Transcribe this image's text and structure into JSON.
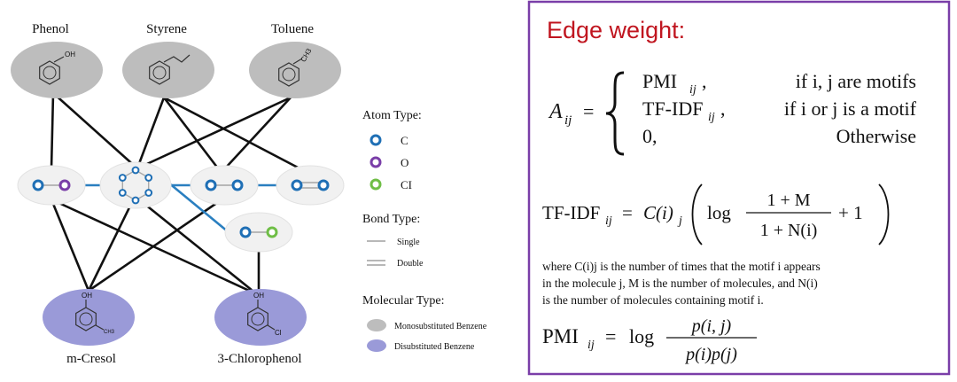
{
  "molecules": {
    "top": [
      {
        "name": "Phenol",
        "substituent": "OH"
      },
      {
        "name": "Styrene",
        "substituent": ""
      },
      {
        "name": "Toluene",
        "substituent": "CH3"
      }
    ],
    "bottom": [
      {
        "name": "m-Cresol",
        "sub_top": "OH",
        "sub_side": "CH3"
      },
      {
        "name": "3-Chlorophenol",
        "sub_top": "OH",
        "sub_side": "Cl"
      }
    ]
  },
  "legend": {
    "atom_type_title": "Atom Type:",
    "atoms": [
      {
        "label": "C",
        "color": "#1f6fb5"
      },
      {
        "label": "O",
        "color": "#7a3ea8"
      },
      {
        "label": "CI",
        "color": "#6fbe46"
      }
    ],
    "bond_type_title": "Bond Type:",
    "bonds": [
      {
        "label": "Single"
      },
      {
        "label": "Double"
      }
    ],
    "molecular_type_title": "Molecular Type:",
    "mol_types": [
      {
        "label": "Monosubstituted Benzene",
        "color": "#bdbdbd"
      },
      {
        "label": "Disubstituted Benzene",
        "color": "#9a9ad8"
      }
    ]
  },
  "colors": {
    "carbon": "#1f6fb5",
    "oxygen": "#7a3ea8",
    "chlorine": "#6fbe46",
    "mono_fill": "#bdbdbd",
    "di_fill": "#9a9ad8",
    "motif_fill": "#f1f1f1",
    "edge": "#111111",
    "motif_edge": "#2a7fc0",
    "panel_border": "#7a3ea8",
    "title_red": "#c0151f"
  },
  "formula_panel": {
    "title": "Edge weight:",
    "a_lhs": "A",
    "a_sub": "ij",
    "cases": [
      {
        "value": "PMI",
        "sub": "ij",
        "cond": "if i, j are motifs"
      },
      {
        "value": "TF-IDF",
        "sub": "ij",
        "cond": "if i or j is a motif"
      },
      {
        "value": "0,",
        "sub": "",
        "cond": "Otherwise"
      }
    ],
    "tfidf_lhs": "TF-IDF",
    "tfidf_rhs_c": "C(i)",
    "tfidf_rhs_sub": "j",
    "tfidf_log": "log",
    "tfidf_num": "1 + M",
    "tfidf_den": "1 + N(i)",
    "tfidf_plus": "+ 1",
    "desc_lines": [
      "where C(i)j is the number of times that the motif i appears",
      "in the molecule j, M is the number of molecules, and N(i)",
      "is the number of molecules containing motif i."
    ],
    "pmi_lhs": "PMI",
    "pmi_log": "log",
    "pmi_num": "p(i, j)",
    "pmi_den": "p(i)p(j)"
  }
}
